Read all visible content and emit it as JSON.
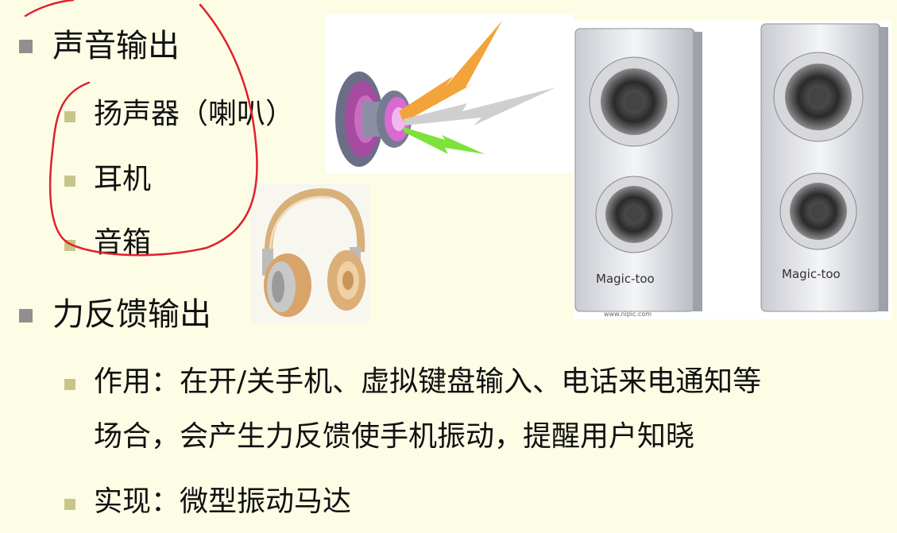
{
  "slide": {
    "heading_sound": "声音输出",
    "sound_items": [
      "扬声器（喇叭）",
      "耳机",
      "音箱"
    ],
    "heading_force": "力反馈输出",
    "force_items": [
      {
        "line1": "作用：在开/关手机、虚拟键盘输入、电话来电通知等",
        "line2": "场合，会产生力反馈使手机振动，提醒用户知晓"
      },
      {
        "line1": "实现：微型振动马达"
      }
    ]
  },
  "images": {
    "speaker_brand_left": "Magic-too",
    "speaker_brand_right": "Magic-too",
    "watermark": "www.nipic.com"
  },
  "colors": {
    "background": "#fdfde6",
    "annotation": "#e0202a",
    "bullet_l1": "#8f8f8f",
    "bullet_l2": "#c9c58a"
  }
}
